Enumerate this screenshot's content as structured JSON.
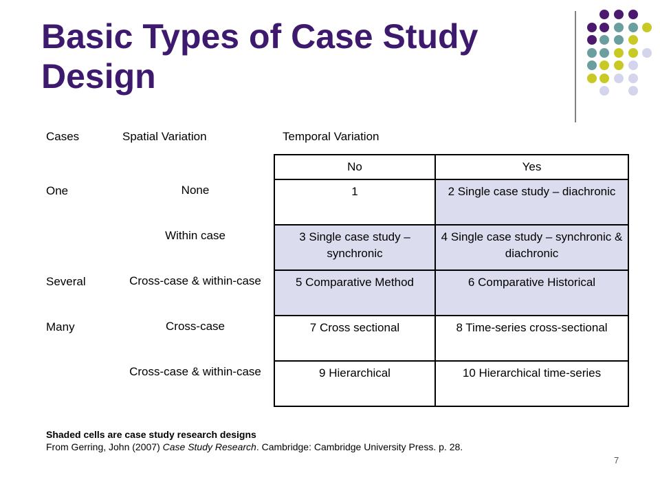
{
  "title": "Basic Types of Case Study Design",
  "colors": {
    "title": "#3d1a6e",
    "shaded_cell": "#dcdcef",
    "purple_dot": "#4b1a6e",
    "teal_dot": "#6b9e9e",
    "yellow_dot": "#c9c926",
    "lavender_dot": "#d4d4ec"
  },
  "headers": {
    "cases": "Cases",
    "spatial": "Spatial Variation",
    "temporal": "Temporal Variation"
  },
  "temporal_cols": [
    "No",
    "Yes"
  ],
  "rows": [
    {
      "cases": "One",
      "spatial": "None",
      "no": "1",
      "yes": "2 Single case study – diachronic",
      "no_shaded": false,
      "yes_shaded": true
    },
    {
      "cases": "",
      "spatial": "Within case",
      "no": "3 Single case study – synchronic",
      "yes": "4 Single case study – synchronic & diachronic",
      "no_shaded": true,
      "yes_shaded": true
    },
    {
      "cases": "Several",
      "spatial": "Cross-case & within-case",
      "no": "5 Comparative Method",
      "yes": "6 Comparative Historical",
      "no_shaded": true,
      "yes_shaded": true
    },
    {
      "cases": "Many",
      "spatial": "Cross-case",
      "no": "7 Cross sectional",
      "yes": "8 Time-series cross-sectional",
      "no_shaded": false,
      "yes_shaded": false
    },
    {
      "cases": "",
      "spatial": "Cross-case & within-case",
      "no": "9 Hierarchical",
      "yes": "10 Hierarchical time-series",
      "no_shaded": false,
      "yes_shaded": false
    }
  ],
  "note_bold": "Shaded cells are case study research designs",
  "citation": {
    "prefix": "From Gerring, John (2007) ",
    "italic": "Case Study Research",
    "suffix": ". Cambridge: Cambridge University Press. p. 28."
  },
  "page_number": "7"
}
